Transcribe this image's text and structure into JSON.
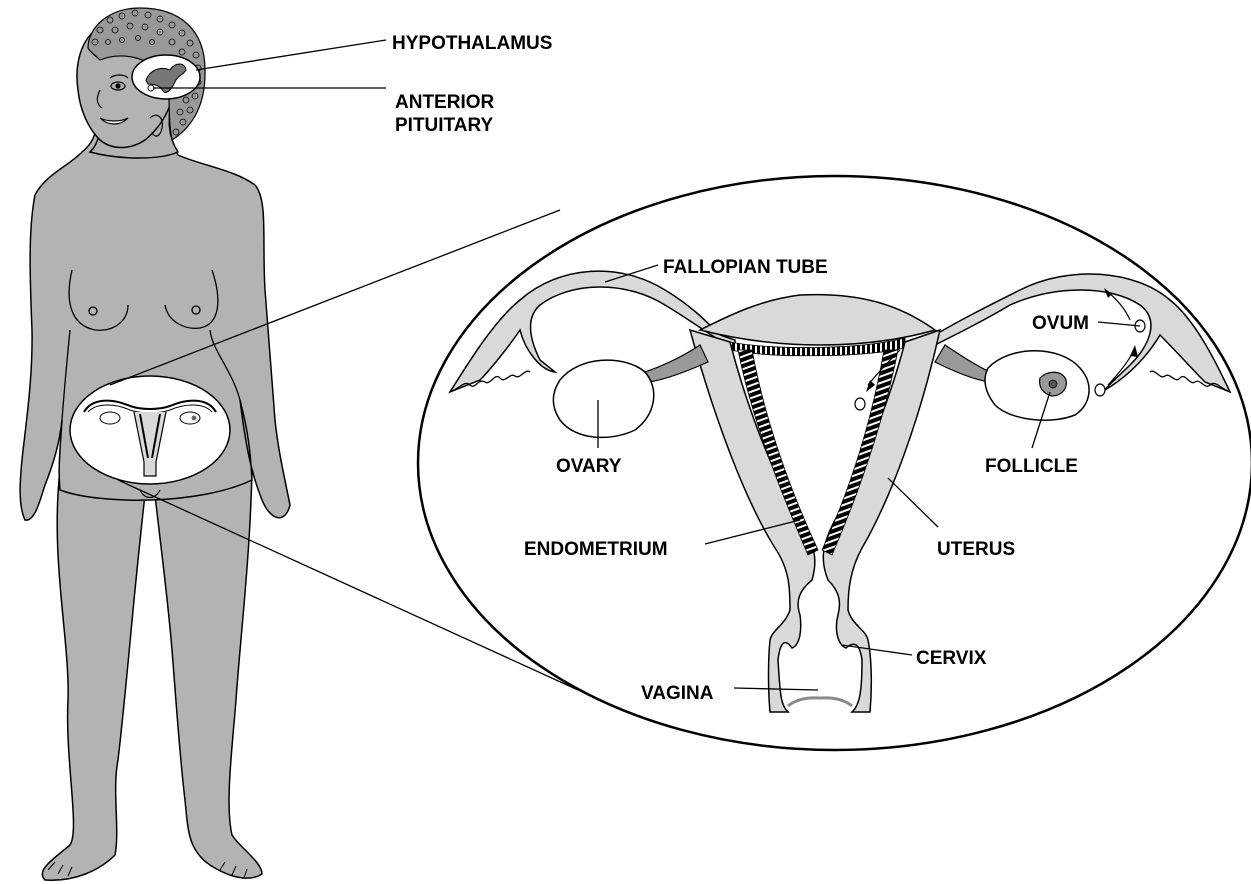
{
  "labels": {
    "hypothalamus": "HYPOTHALAMUS",
    "anterior_pituitary_line1": "ANTERIOR",
    "anterior_pituitary_line2": "PITUITARY",
    "fallopian_tube": "FALLOPIAN TUBE",
    "ovum": "OVUM",
    "ovary": "OVARY",
    "follicle": "FOLLICLE",
    "endometrium": "ENDOMETRIUM",
    "uterus": "UTERUS",
    "cervix": "CERVIX",
    "vagina": "VAGINA"
  },
  "colors": {
    "body": "#b3b3b3",
    "organ": "#d9d9d9",
    "outline": "#000000",
    "background": "#ffffff",
    "vagina_floor": "#8a8a8a"
  }
}
